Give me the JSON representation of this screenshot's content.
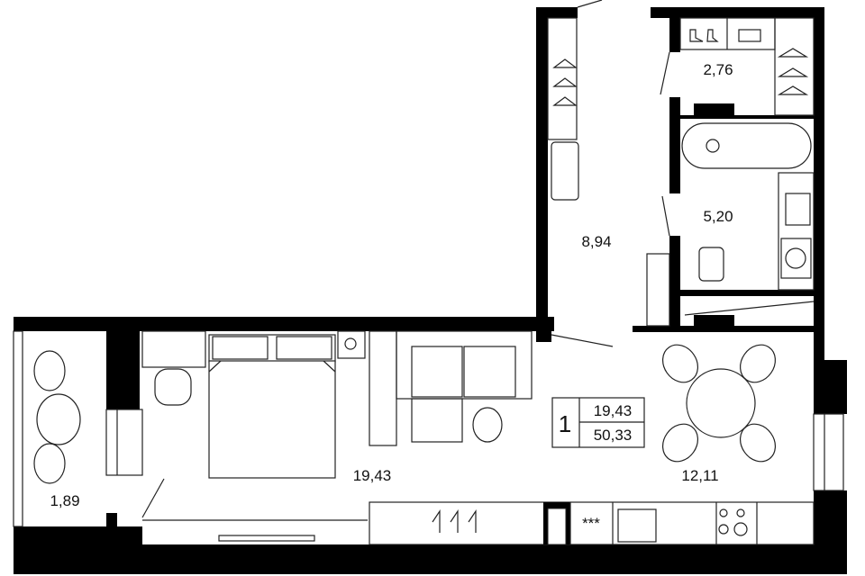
{
  "plan": {
    "rooms": {
      "wardrobe_area": "2,76",
      "bathroom_area": "5,20",
      "hallway_area": "8,94",
      "living_area": "19,43",
      "kitchen_area": "12,11",
      "balcony_area": "1,89"
    },
    "summary": {
      "room_count": "1",
      "living_area": "19,43",
      "total_area": "50,33"
    },
    "colors": {
      "wall": "#000000",
      "line": "#222222",
      "background": "#ffffff"
    }
  }
}
